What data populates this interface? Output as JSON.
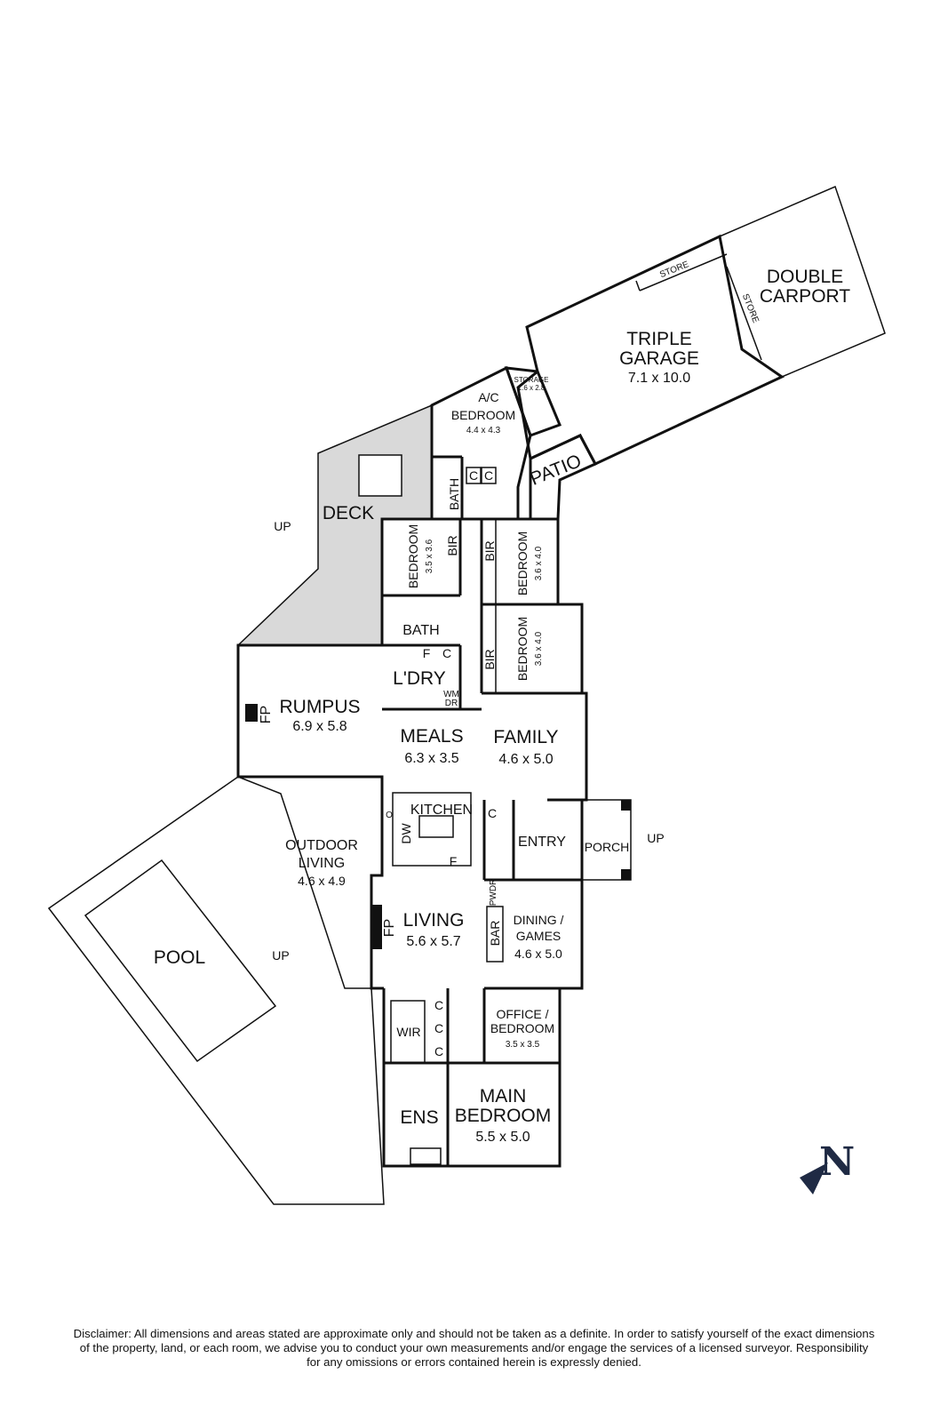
{
  "rooms": {
    "double_carport": {
      "line1": "DOUBLE",
      "line2": "CARPORT"
    },
    "triple_garage": {
      "line1": "TRIPLE",
      "line2": "GARAGE",
      "dims": "7.1 x 10.0"
    },
    "store_top": "STORE",
    "store_side": "STORE",
    "storage": {
      "name": "STORAGE",
      "dims": "1.6 x 2.8"
    },
    "ac": "A/C",
    "bedroom_top": {
      "name": "BEDROOM",
      "dims": "4.4 x 4.3"
    },
    "patio": "PATIO",
    "bath_small": "BATH",
    "deck": "DECK",
    "bedroom_w": {
      "name": "BEDROOM",
      "dims": "3.5 x 3.6"
    },
    "bedroom_ne": {
      "name": "BEDROOM",
      "dims": "3.6 x 4.0"
    },
    "bedroom_e": {
      "name": "BEDROOM",
      "dims": "3.6 x 4.0"
    },
    "bath": "BATH",
    "laundry": "L'DRY",
    "rumpus": {
      "name": "RUMPUS",
      "dims": "6.9 x 5.8"
    },
    "meals": {
      "name": "MEALS",
      "dims": "6.3 x 3.5"
    },
    "family": {
      "name": "FAMILY",
      "dims": "4.6 x 5.0"
    },
    "kitchen": "KITCHEN",
    "entry": "ENTRY",
    "porch": "PORCH",
    "outdoor_living": {
      "line1": "OUTDOOR",
      "line2": "LIVING",
      "dims": "4.6 x 4.9"
    },
    "pool": "POOL",
    "living": {
      "name": "LIVING",
      "dims": "5.6 x 5.7"
    },
    "dining": {
      "line1": "DINING /",
      "line2": "GAMES",
      "dims": "4.6 x 5.0"
    },
    "bar": "BAR",
    "pwdr": "PWDR",
    "wir": "WIR",
    "office": {
      "line1": "OFFICE /",
      "line2": "BEDROOM",
      "dims": "3.5 x 3.5"
    },
    "ens": "ENS",
    "main_bedroom": {
      "line1": "MAIN",
      "line2": "BEDROOM",
      "dims": "5.5 x 5.0"
    }
  },
  "fixtures": {
    "bir": "BIR",
    "cupboard": "C",
    "fridge": "F",
    "dishwasher": "DW",
    "fireplace": "FP",
    "washing_machine": "WM",
    "dryer": "DR",
    "oven": "O",
    "up": "UP"
  },
  "compass": {
    "letter": "N"
  },
  "disclaimer": {
    "line1": "Disclaimer: All dimensions and areas stated are approximate only and should not be taken as a definite. In order to satisfy yourself of the exact dimensions",
    "line2": "of the property, land, or each room, we advise you to conduct your own measurements and/or engage the services of a licensed surveyor. Responsibility",
    "line3": "for any omissions or errors contained herein is expressly denied."
  }
}
